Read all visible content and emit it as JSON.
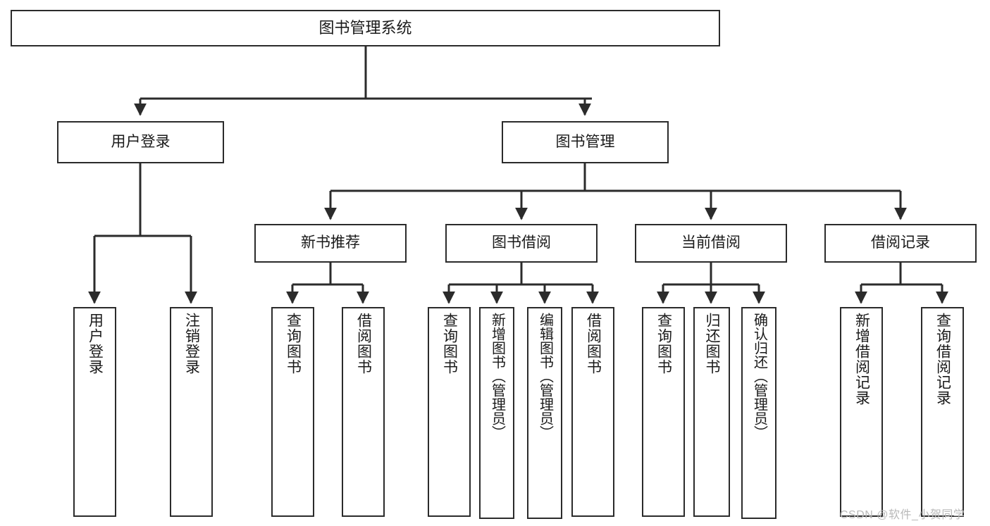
{
  "diagram": {
    "title": "图书管理系统",
    "background_color": "#ffffff",
    "line_color": "#2b2b2b",
    "text_color": "#1a1a1a",
    "nodes": {
      "root": {
        "label": "图书管理系统"
      },
      "level2": [
        {
          "id": "user-login",
          "label": "用户登录"
        },
        {
          "id": "book-manage",
          "label": "图书管理"
        }
      ],
      "level3": [
        {
          "id": "new-book-recommend",
          "label": "新书推荐"
        },
        {
          "id": "book-borrow",
          "label": "图书借阅"
        },
        {
          "id": "current-borrow",
          "label": "当前借阅"
        },
        {
          "id": "borrow-record",
          "label": "借阅记录"
        }
      ],
      "leaves": {
        "user_login": [
          {
            "id": "leaf-user-login",
            "label": "用户登录"
          },
          {
            "id": "leaf-logout-login",
            "label": "注销登录"
          }
        ],
        "new_book_recommend": [
          {
            "id": "leaf-query-book-1",
            "label": "查询图书"
          },
          {
            "id": "leaf-borrow-book-1",
            "label": "借阅图书"
          }
        ],
        "book_borrow": [
          {
            "id": "leaf-query-book-2",
            "label": "查询图书"
          },
          {
            "id": "leaf-add-book",
            "label": "新增图书（管理员）"
          },
          {
            "id": "leaf-edit-book",
            "label": "编辑图书（管理员）"
          },
          {
            "id": "leaf-borrow-book-2",
            "label": "借阅图书"
          }
        ],
        "current_borrow": [
          {
            "id": "leaf-query-book-3",
            "label": "查询图书"
          },
          {
            "id": "leaf-return-book",
            "label": "归还图书"
          },
          {
            "id": "leaf-confirm-return",
            "label": "确认归还（管理员）"
          }
        ],
        "borrow_record": [
          {
            "id": "leaf-add-record",
            "label": "新增借阅记录"
          },
          {
            "id": "leaf-query-record",
            "label": "查询借阅记录"
          }
        ]
      }
    }
  },
  "watermark": {
    "text": "CSDN @软件_小贺同学"
  }
}
